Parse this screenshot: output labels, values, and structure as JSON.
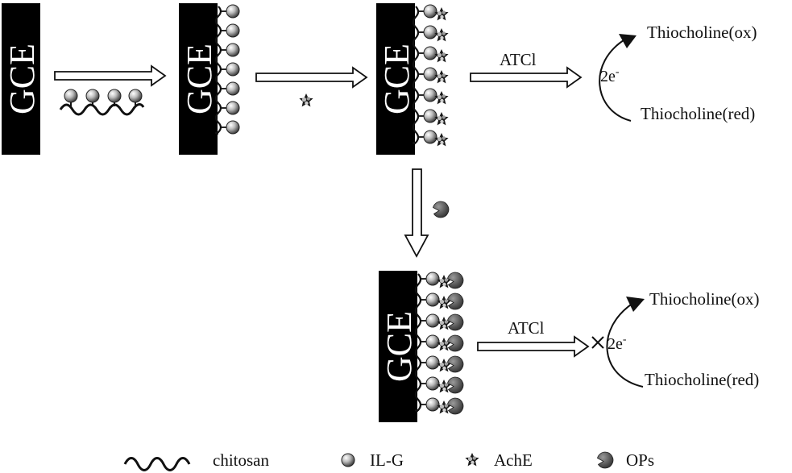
{
  "electrode_label": "GCE",
  "steps": {
    "reaction_reagent": "ATCl",
    "electrons": "2e",
    "electron_charge": "-",
    "product_oxidized": "Thiocholine(ox)",
    "product_reduced": "Thiocholine(red)"
  },
  "legend": {
    "chitosan": "chitosan",
    "il_g": "IL-G",
    "ache": "AchE",
    "ops": "OPs"
  }
}
